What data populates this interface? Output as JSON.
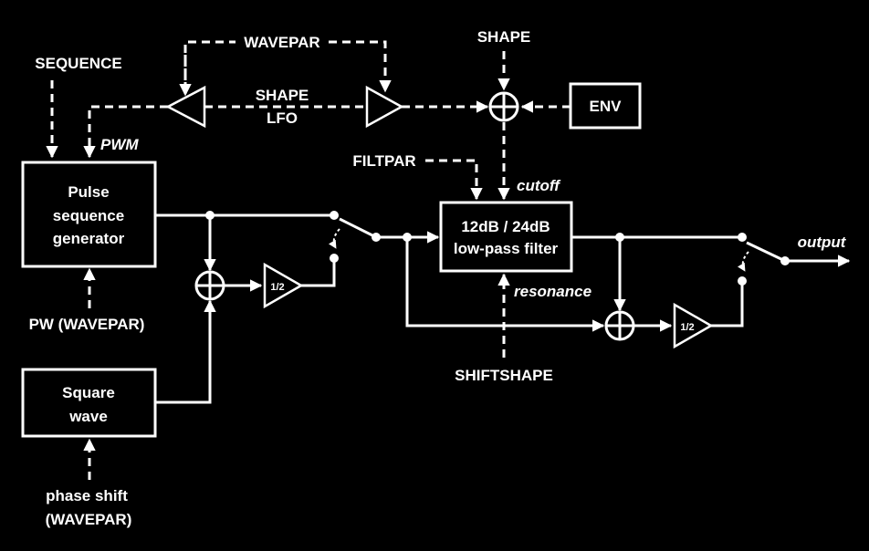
{
  "labels": {
    "wavepar_top": "WAVEPAR",
    "sequence": "SEQUENCE",
    "shape_lfo_line1": "SHAPE",
    "shape_lfo_line2": "LFO",
    "shape_top": "SHAPE",
    "pwm": "PWM",
    "filtpar": "FILTPAR",
    "cutoff": "cutoff",
    "resonance": "resonance",
    "shiftshape": "SHIFTSHAPE",
    "pw_wavepar": "PW (WAVEPAR)",
    "phase_shift_line1": "phase shift",
    "phase_shift_line2": "(WAVEPAR)",
    "output": "output"
  },
  "blocks": {
    "env": "ENV",
    "pulse_line1": "Pulse",
    "pulse_line2": "sequence",
    "pulse_line3": "generator",
    "square_line1": "Square",
    "square_line2": "wave",
    "filter_line1": "12dB / 24dB",
    "filter_line2": "low-pass filter",
    "half_gain_1": "1/2",
    "half_gain_2": "1/2"
  }
}
